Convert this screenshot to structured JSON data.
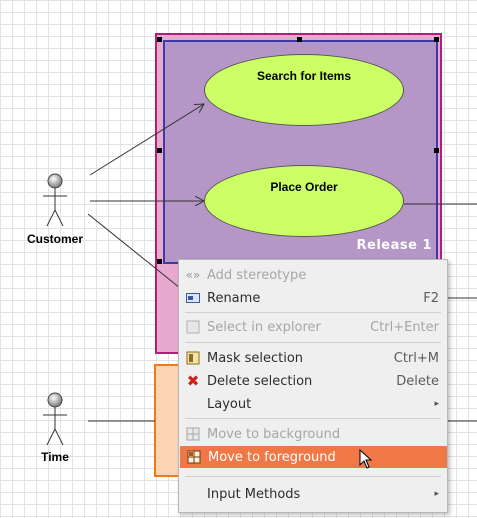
{
  "diagram": {
    "boundary_label": "Release 1",
    "use_cases": [
      {
        "label": "Search for Items"
      },
      {
        "label": "Place Order"
      }
    ],
    "actors": [
      {
        "label": "Customer"
      },
      {
        "label": "Time"
      }
    ]
  },
  "context_menu": {
    "items": [
      {
        "label": "Add stereotype",
        "shortcut": "",
        "icon": "stereotype-icon",
        "disabled": true
      },
      {
        "label": "Rename",
        "shortcut": "F2",
        "icon": "rename-icon",
        "disabled": false
      },
      {
        "label": "Select in explorer",
        "shortcut": "Ctrl+Enter",
        "icon": "select-explorer-icon",
        "disabled": true
      },
      {
        "label": "Mask selection",
        "shortcut": "Ctrl+M",
        "icon": "mask-icon",
        "disabled": false
      },
      {
        "label": "Delete selection",
        "shortcut": "Delete",
        "icon": "delete-icon",
        "disabled": false
      },
      {
        "label": "Layout",
        "shortcut": "",
        "icon": "",
        "disabled": false,
        "submenu": true
      },
      {
        "label": "Move to background",
        "shortcut": "",
        "icon": "move-background-icon",
        "disabled": true
      },
      {
        "label": "Move to foreground",
        "shortcut": "",
        "icon": "move-foreground-icon",
        "disabled": false,
        "selected": true
      },
      {
        "label": "Input Methods",
        "shortcut": "",
        "icon": "",
        "disabled": false,
        "submenu": true
      }
    ],
    "highlight_color": "#f07746"
  }
}
